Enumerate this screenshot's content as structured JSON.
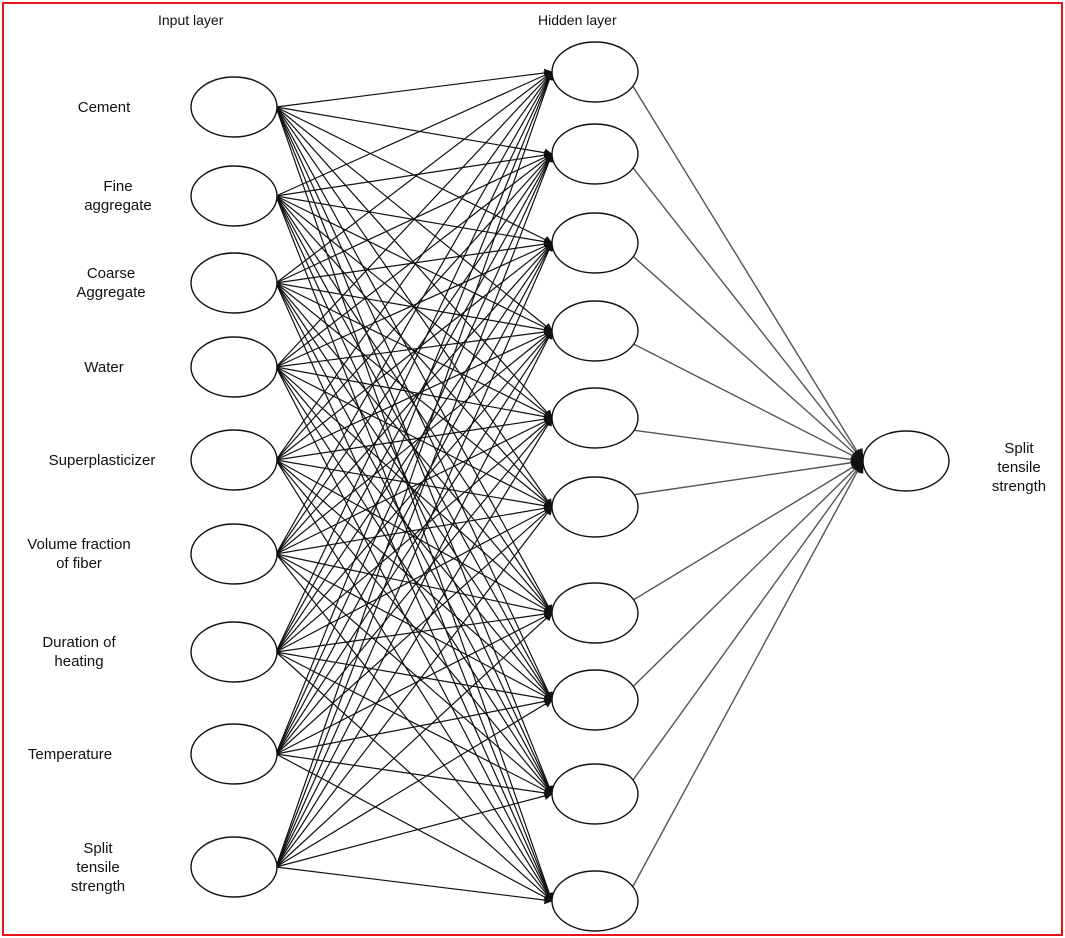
{
  "layer_titles": {
    "input": "Input layer",
    "hidden": "Hidden layer"
  },
  "input_nodes": [
    {
      "label": "Cement"
    },
    {
      "label": "Fine\naggregate"
    },
    {
      "label": "Coarse\nAggregate"
    },
    {
      "label": "Water"
    },
    {
      "label": "Superplasticizer"
    },
    {
      "label": "Volume fraction\nof fiber"
    },
    {
      "label": "Duration of\nheating"
    },
    {
      "label": "Temperature"
    },
    {
      "label": "Split\ntensile\nstrength"
    }
  ],
  "hidden_node_count": 10,
  "output_node": {
    "label": "Split\ntensile\nstrength"
  },
  "colors": {
    "frame": "#e8141c",
    "edge_input_hidden": "#111111",
    "edge_hidden_output": "#555555",
    "node_stroke": "#111111",
    "node_fill": "#ffffff"
  }
}
